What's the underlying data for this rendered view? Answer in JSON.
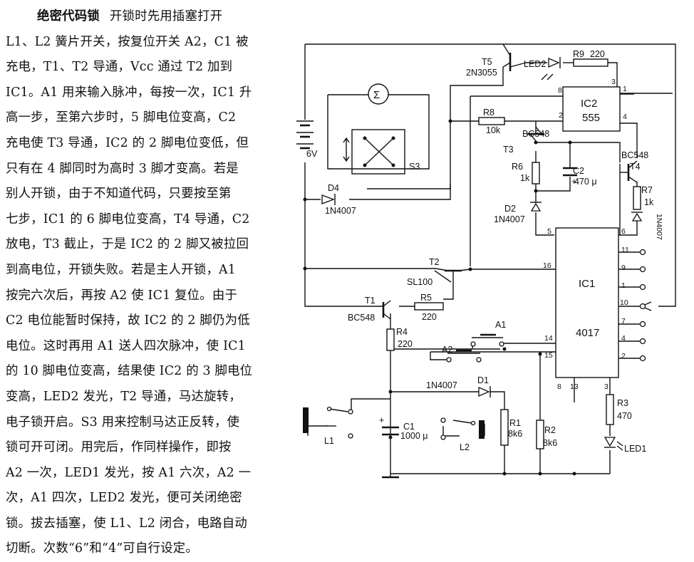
{
  "description": {
    "title": "绝密代码锁",
    "lines": [
      "开锁时先用插塞打开",
      "L1、L2 簧片开关，按复位开关 A2，C1 被",
      "充电，T1、T2 导通，Vcc 通过 T2 加到",
      "IC1。A1 用来输入脉冲，每按一次，IC1 升",
      "高一步，至第六步时，5 脚电位变高，C2",
      "充电使 T3 导通，IC2 的 2 脚电位变低，但",
      "只有在 4 脚同时为高时 3 脚才变高。若是",
      "别人开锁，由于不知道代码，只要按至第",
      "七步，IC1 的 6 脚电位变高，T4 导通，C2",
      "放电，T3 截止，于是 IC2 的 2 脚又被拉回",
      "到高电位，开锁失败。若是主人开锁，A1",
      "按完六次后，再按 A2 使 IC1 复位。由于",
      "C2 电位能暂时保持，故 IC2 的 2 脚仍为低",
      "电位。这时再用 A1 送人四次脉冲，使 IC1",
      "的 10 脚电位变高，结果使 IC2 的 3 脚电位",
      "变高，LED2 发光，T2 导通，马达旋转，",
      "电子锁开启。S3 用来控制马达正反转，使",
      "锁可开可闭。用完后，作同样操作，即按",
      "A2 一次，LED1 发光，按 A1 六次，A2 一",
      "次，A1 四次，LED2 发光，便可关闭绝密",
      "锁。拔去插塞，使 L1、L2 闭合，电路自动",
      "切断。次数“6”和“4”可自行设定。"
    ]
  },
  "schematic": {
    "motor": "Σ",
    "battery": "6V",
    "switch_s3": "S3",
    "d4": {
      "name": "D4",
      "part": "1N4007"
    },
    "t5": {
      "name": "T5",
      "part": "2N3055"
    },
    "led2": "LED2",
    "r9": {
      "name": "R9",
      "value": "220"
    },
    "ic2": {
      "name": "IC2",
      "part": "555",
      "pins": {
        "p1": "1",
        "p2": "2",
        "p3": "3",
        "p4": "4",
        "p8": "8"
      }
    },
    "r8": {
      "name": "R8",
      "value": "10k"
    },
    "t3": {
      "name": "T3",
      "part": "BC548"
    },
    "r6": {
      "name": "R6",
      "value": "1k"
    },
    "c2": {
      "name": "C2",
      "value": "470 μ",
      "plus": "+"
    },
    "t4": {
      "name": "T4",
      "part": "BC548"
    },
    "r7": {
      "name": "R7",
      "value": "1k"
    },
    "d2": {
      "name": "D2",
      "part": "1N4007"
    },
    "d3_part": "1N4007",
    "t2": {
      "name": "T2",
      "part": "SL100"
    },
    "t1": {
      "name": "T1",
      "part": "BC548"
    },
    "r5": {
      "name": "R5",
      "value": "220"
    },
    "r4": {
      "name": "R4",
      "value": "220"
    },
    "a1": "A1",
    "a2": "A2",
    "ic1": {
      "name": "IC1",
      "part": "4017",
      "pins": {
        "p5": "5",
        "p6": "6",
        "p11": "11",
        "p9": "9",
        "p1": "1",
        "p10": "10",
        "p7": "7",
        "p4": "4",
        "p2": "2",
        "p16": "16",
        "p14": "14",
        "p15": "15",
        "p8": "8",
        "p13": "13",
        "p3": "3"
      }
    },
    "d1": {
      "name": "D1",
      "part": "1N4007"
    },
    "c1": {
      "name": "C1",
      "value": "1000 μ",
      "plus": "+"
    },
    "r1": {
      "name": "R1",
      "value": "8k6"
    },
    "r2": {
      "name": "R2",
      "value": "8k6"
    },
    "r3": {
      "name": "R3",
      "value": "470"
    },
    "led1": "LED1",
    "l1": "L1",
    "l2": "L2"
  }
}
